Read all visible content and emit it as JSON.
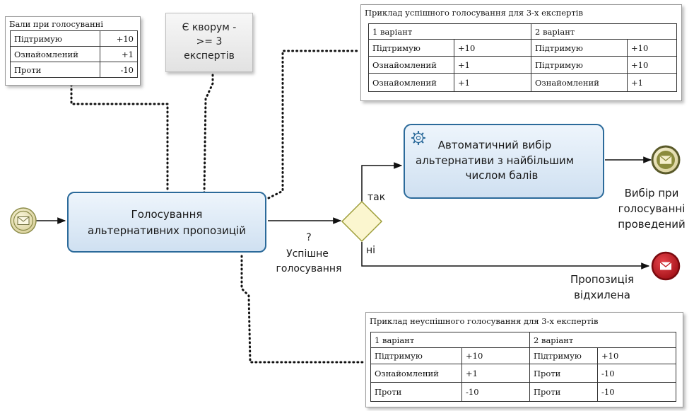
{
  "points_table": {
    "title": "Бали при голосуванні",
    "rows": [
      {
        "label": "Підтримую",
        "value": "+10"
      },
      {
        "label": "Ознайомлений",
        "value": "+1"
      },
      {
        "label": "Проти",
        "value": "-10"
      }
    ]
  },
  "quorum_note": {
    "line1": "Є кворум -",
    "line2": ">= 3",
    "line3": "експертів"
  },
  "success_example": {
    "title": "Приклад успішного голосування для 3-х експертів",
    "col1": "1 варіант",
    "col2": "2 варіант",
    "rows": [
      {
        "a": "Підтримую",
        "av": "+10",
        "b": "Підтримую",
        "bv": "+10"
      },
      {
        "a": "Ознайомлений",
        "av": "+1",
        "b": "Підтримую",
        "bv": "+10"
      },
      {
        "a": "Ознайомлений",
        "av": "+1",
        "b": "Ознайомлений",
        "bv": "+1"
      }
    ]
  },
  "fail_example": {
    "title": "Приклад неуспішного голосування для 3-х експертів",
    "col1": "1 варіант",
    "col2": "2 варіант",
    "rows": [
      {
        "a": "Підтримую",
        "av": "+10",
        "b": "Підтримую",
        "bv": "+10"
      },
      {
        "a": "Ознайомлений",
        "av": "+1",
        "b": "Проти",
        "bv": "-10"
      },
      {
        "a": "Проти",
        "av": "-10",
        "b": "Проти",
        "bv": "-10"
      }
    ]
  },
  "voting_task": {
    "line1": "Голосування",
    "line2": "альтернативних пропозицій"
  },
  "auto_task": {
    "line1": "Автоматичний вибір",
    "line2": "альтернативи з найбільшим",
    "line3": "числом балів"
  },
  "gateway": {
    "question": "?",
    "line1": "Успішне",
    "line2": "голосування"
  },
  "flows": {
    "yes": "так",
    "no": "ні"
  },
  "end_ok": {
    "line1": "Вибір при",
    "line2": "голосуванні",
    "line3": "проведений"
  },
  "end_rejected": {
    "line1": "Пропозиція",
    "line2": "відхилена"
  },
  "colors": {
    "task_fill": "#dce9f6",
    "task_stroke": "#2b6a9a",
    "gateway_fill": "#fbf6cf",
    "gateway_stroke": "#9e9e3a",
    "event_fill": "#e9e3b8",
    "event_stroke": "#8c8c4a",
    "end_error": "#c0171f"
  }
}
